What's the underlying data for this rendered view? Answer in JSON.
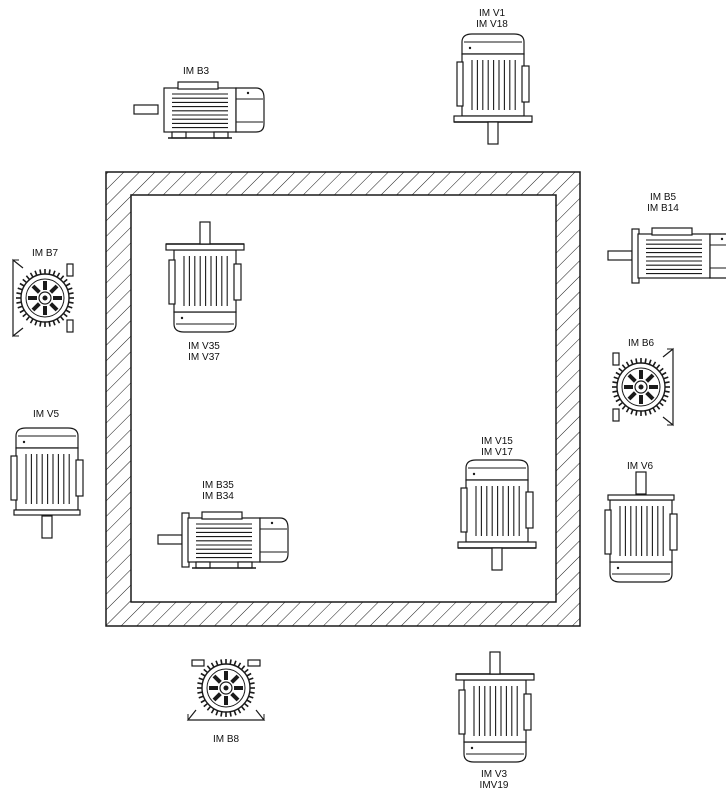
{
  "colors": {
    "line": "#1a1a1a",
    "background": "#ffffff"
  },
  "labels": {
    "b3": [
      "IM B3"
    ],
    "v1": [
      "IM V1",
      "IM V18"
    ],
    "b7": [
      "IM B7"
    ],
    "v35": [
      "IM V35",
      "IM V37"
    ],
    "b5": [
      "IM B5",
      "IM B14"
    ],
    "b6": [
      "IM B6"
    ],
    "v5": [
      "IM V5"
    ],
    "v15": [
      "IM V15",
      "IM V17"
    ],
    "v6": [
      "IM V6"
    ],
    "b35": [
      "IM B35",
      "IM B34"
    ],
    "b8": [
      "IM B8"
    ],
    "v3": [
      "IM V3",
      "IMV19"
    ]
  }
}
